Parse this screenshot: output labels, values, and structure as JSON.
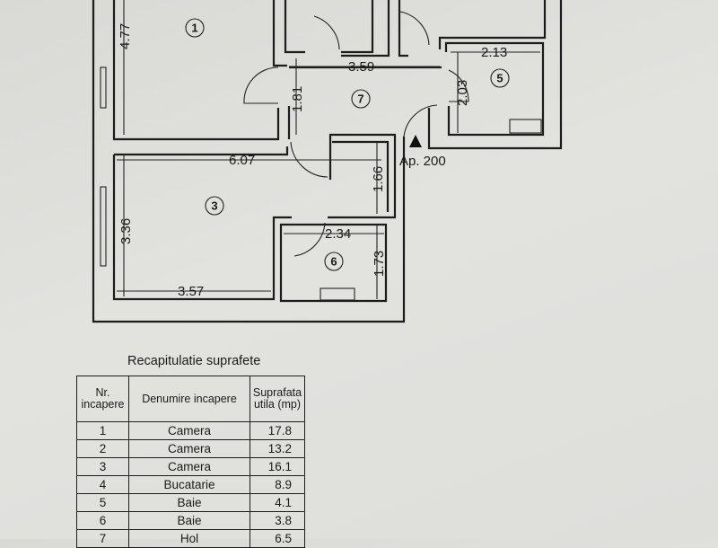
{
  "plan": {
    "rooms": {
      "r1": "1",
      "r3": "3",
      "r5": "5",
      "r6": "6",
      "r7": "7"
    },
    "dimensions": {
      "d477": "4.77",
      "d359": "3.59",
      "d181": "1.81",
      "d213": "2.13",
      "d203": "2.03",
      "d607": "6.07",
      "d166": "1.66",
      "d336": "3.36",
      "d234": "2.34",
      "d173": "1.73",
      "d357": "3.57"
    },
    "apartment_label": "Ap. 200"
  },
  "table": {
    "title": "Recapitulatie suprafete",
    "headers": [
      "Nr. incapere",
      "Denumire incapere",
      "Suprafata utila (mp)"
    ],
    "rows": [
      {
        "nr": "1",
        "name": "Camera",
        "area": "17.8"
      },
      {
        "nr": "2",
        "name": "Camera",
        "area": "13.2"
      },
      {
        "nr": "3",
        "name": "Camera",
        "area": "16.1"
      },
      {
        "nr": "4",
        "name": "Bucatarie",
        "area": "8.9"
      },
      {
        "nr": "5",
        "name": "Baie",
        "area": "4.1"
      },
      {
        "nr": "6",
        "name": "Baie",
        "area": "3.8"
      },
      {
        "nr": "7",
        "name": "Hol",
        "area": "6.5"
      }
    ]
  }
}
